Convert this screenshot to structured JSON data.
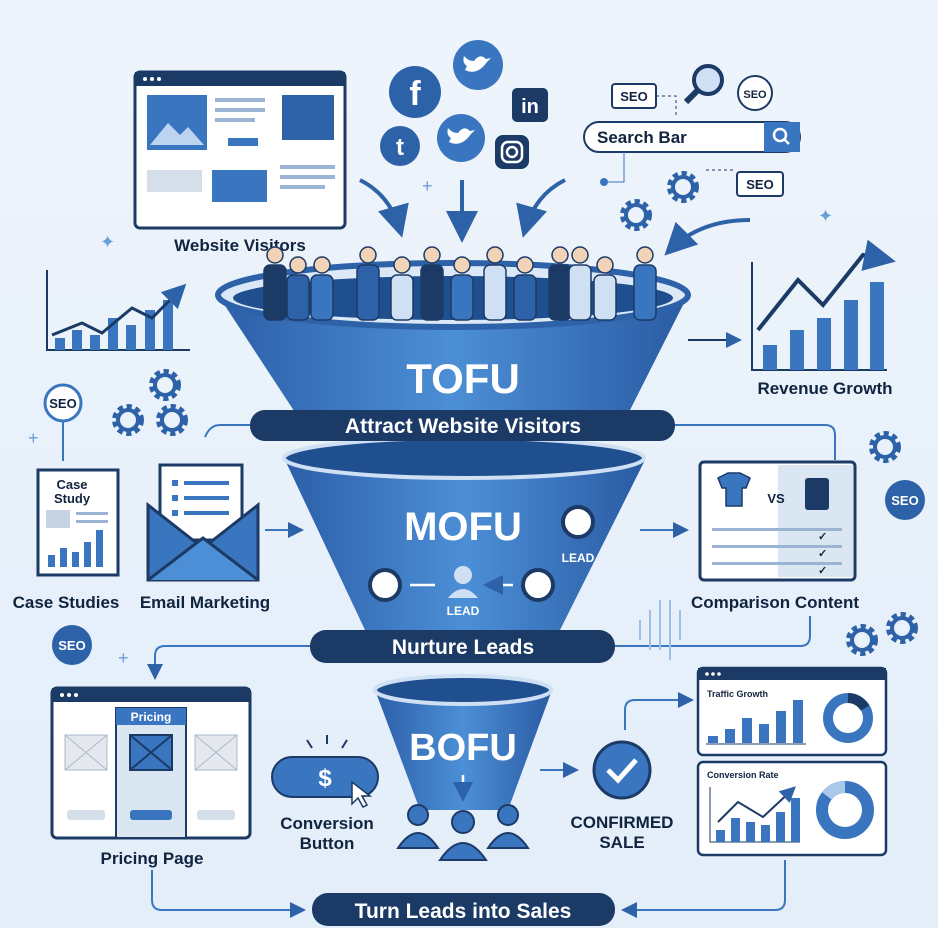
{
  "labels": {
    "website_visitors": "Website Visitors",
    "revenue_growth": "Revenue Growth",
    "case_studies": "Case Studies",
    "email_marketing": "Email Marketing",
    "comparison_content": "Comparison Content",
    "pricing_page": "Pricing Page",
    "conversion_button_1": "Conversion",
    "conversion_button_2": "Button",
    "confirmed_sale_1": "CONFIRMED",
    "confirmed_sale_2": "SALE"
  },
  "funnel": {
    "tofu": "TOFU",
    "tofu_banner": "Attract Website Visitors",
    "mofu": "MOFU",
    "mofu_banner": "Nurture Leads",
    "bofu": "BOFU",
    "bofu_banner": "Turn Leads into Sales",
    "lead": "LEAD"
  },
  "search": {
    "placeholder": "Search Bar",
    "seo": "SEO"
  },
  "social": {
    "facebook": "f",
    "linkedin": "in",
    "tumblr": "t"
  },
  "case_study_doc": {
    "line1": "Case",
    "line2": "Study"
  },
  "comparison_vs": "VS",
  "pricing_tag": "Pricing",
  "button_symbol": "$",
  "dashboards": {
    "traffic": "Traffic Growth",
    "conversion": "Conversion Rate"
  },
  "colors": {
    "navy": "#1c3a66",
    "blue": "#3a76c0",
    "light": "#eaf2fa",
    "dark_text": "#10233f"
  }
}
